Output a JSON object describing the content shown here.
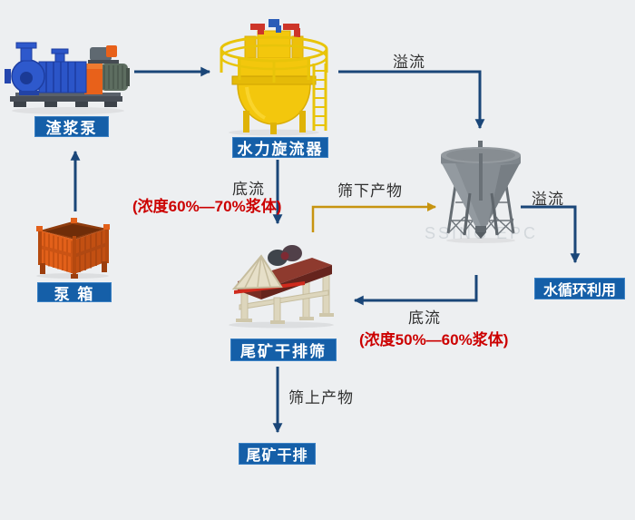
{
  "colors": {
    "background": "#edeff1",
    "label_box_blue": "#155fa8",
    "flow_line_navy": "#1a4678",
    "flow_line_gold": "#c79410",
    "note_red": "#cc0000",
    "flow_text": "#2f2f2f"
  },
  "equipment": {
    "slurry_pump": {
      "label": "渣浆泵"
    },
    "hydrocyclone": {
      "label": "水力旋流器"
    },
    "pump_box": {
      "label": "泵 箱"
    },
    "dewatering_screen": {
      "label": "尾矿干排筛"
    }
  },
  "results": {
    "water_recycle": {
      "label": "水循环利用"
    },
    "tailings_dry_discharge": {
      "label": "尾矿干排"
    }
  },
  "flows": {
    "overflow_top": {
      "label": "溢流"
    },
    "overflow_right": {
      "label": "溢流"
    },
    "underflow_center": {
      "label": "底流",
      "note": "(浓度60%—70%浆体)"
    },
    "underflow_right": {
      "label": "底流",
      "note": "(浓度50%—60%浆体)"
    },
    "undersize_product": {
      "label": "筛下产物"
    },
    "oversize_product": {
      "label": "筛上产物"
    }
  },
  "watermark": {
    "text": "SSING EPC"
  }
}
